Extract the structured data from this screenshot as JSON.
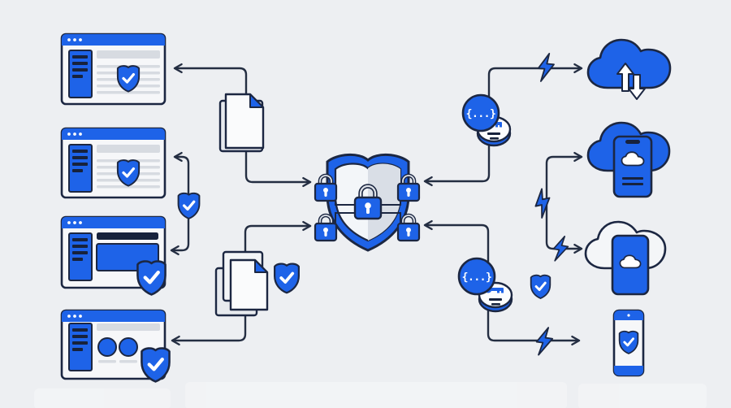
{
  "diagram": {
    "title": "centralized-security-shield-data-flow-illustration",
    "api_badge_glyph": "{...}",
    "palette": {
      "bg": "#edeff2",
      "blue": "#1e63e8",
      "navy": "#17223c",
      "outline": "#1c2742",
      "line": "#242e42",
      "paper": "#fafbfc",
      "paperback": "#e7eaee",
      "gray": "#d7dbe1",
      "white": "#ffffff",
      "shieldface": "#f3f6f9",
      "shieldshade": "#d9dee6"
    },
    "nodes": [
      {
        "id": "browser-window-1",
        "type": "browser-window",
        "content": "shield-check"
      },
      {
        "id": "browser-window-2",
        "type": "browser-window",
        "content": "shield-check"
      },
      {
        "id": "browser-window-3",
        "type": "browser-window",
        "content": "panels-with-shield-badge"
      },
      {
        "id": "browser-window-4",
        "type": "browser-window",
        "content": "circles-with-shield-badge"
      },
      {
        "id": "document-stack-top",
        "type": "documents",
        "pages": 2
      },
      {
        "id": "document-stack-bottom",
        "type": "documents",
        "pages": 3
      },
      {
        "id": "checkpoint-shield-left",
        "type": "shield-check-badge"
      },
      {
        "id": "checkpoint-shield-docs",
        "type": "shield-check-badge"
      },
      {
        "id": "checkpoint-shield-right",
        "type": "shield-check-badge"
      },
      {
        "id": "central-security-shield",
        "type": "shield-with-padlocks",
        "padlocks": 5
      },
      {
        "id": "api-token-top",
        "type": "code-badge-with-key-coin"
      },
      {
        "id": "api-token-bottom",
        "type": "code-badge-with-key-coin"
      },
      {
        "id": "cloud-upload-download",
        "type": "cloud"
      },
      {
        "id": "cloud-with-phone-blue",
        "type": "cloud"
      },
      {
        "id": "cloud-with-phone-outline",
        "type": "cloud"
      },
      {
        "id": "secure-phone",
        "type": "phone-with-shield"
      }
    ],
    "flows": [
      {
        "from": "document-stack-top",
        "to": "browser-window-1"
      },
      {
        "from": "document-stack-top",
        "to": "central-security-shield"
      },
      {
        "from": "checkpoint-shield-left",
        "to": "browser-window-2"
      },
      {
        "from": "checkpoint-shield-left",
        "to": "browser-window-3"
      },
      {
        "from": "document-stack-bottom",
        "to": "central-security-shield"
      },
      {
        "from": "document-stack-bottom",
        "to": "browser-window-4"
      },
      {
        "from": "api-token-top",
        "to": "central-security-shield"
      },
      {
        "from": "api-token-top",
        "to": "cloud-upload-download",
        "bolt": true
      },
      {
        "from": "relay-line",
        "to": "cloud-with-phone-blue",
        "bolt": true
      },
      {
        "from": "relay-line",
        "to": "cloud-with-phone-outline",
        "bolt": true
      },
      {
        "from": "api-token-bottom",
        "to": "central-security-shield"
      },
      {
        "from": "api-token-bottom",
        "to": "secure-phone",
        "bolt": true
      }
    ]
  }
}
